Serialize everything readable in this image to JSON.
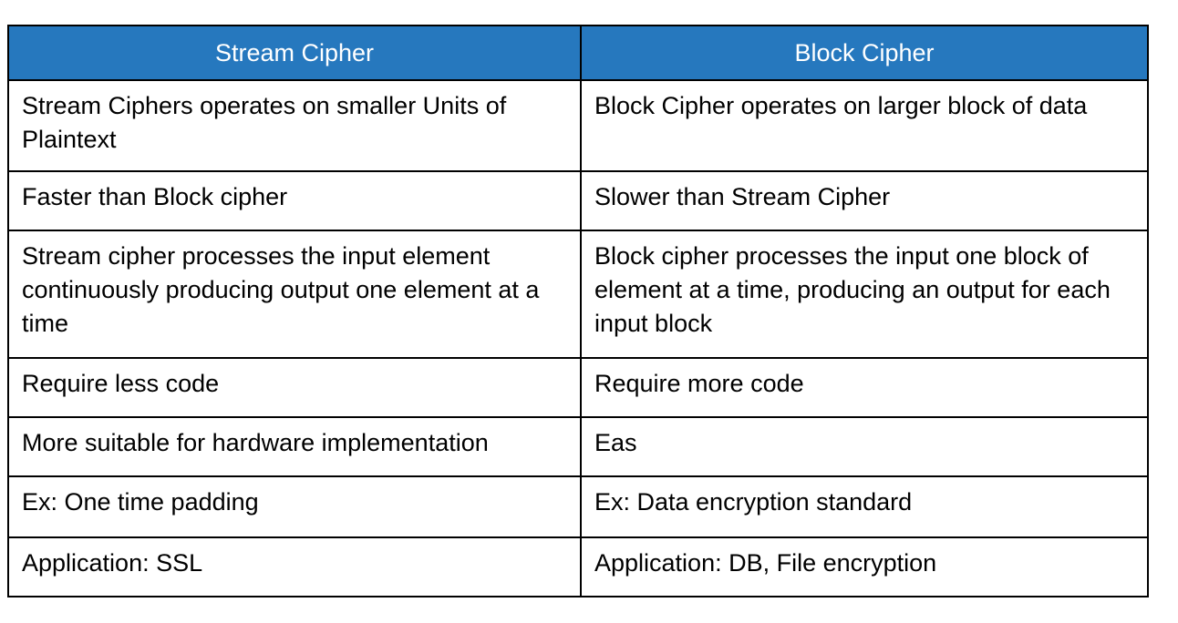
{
  "table": {
    "name": "stream-cipher-vs-block-cipher-comparison",
    "header_background": "#2678BE",
    "header_text_color": "#ffffff",
    "border_color": "#000000",
    "body_background": "#ffffff",
    "body_text_color": "#000000",
    "columns": [
      {
        "label": "Stream Cipher"
      },
      {
        "label": "Block Cipher"
      }
    ],
    "rows": [
      {
        "left": "Stream Ciphers operates on smaller Units of Plaintext",
        "right": "Block Cipher operates on larger block of data"
      },
      {
        "left": "Faster than Block cipher",
        "right": "Slower than Stream Cipher"
      },
      {
        "left": "Stream cipher processes the input element continuously producing output one element at a time",
        "right": "Block cipher processes the input one block of element at a time, producing an output for each input block"
      },
      {
        "left": "Require less code",
        "right": "Require more code"
      },
      {
        "left": "More suitable for hardware implementation",
        "right": "Eas"
      },
      {
        "left": "Ex: One time padding",
        "right": "Ex: Data encryption standard"
      },
      {
        "left": "Application: SSL",
        "right": "Application: DB, File encryption"
      }
    ]
  }
}
